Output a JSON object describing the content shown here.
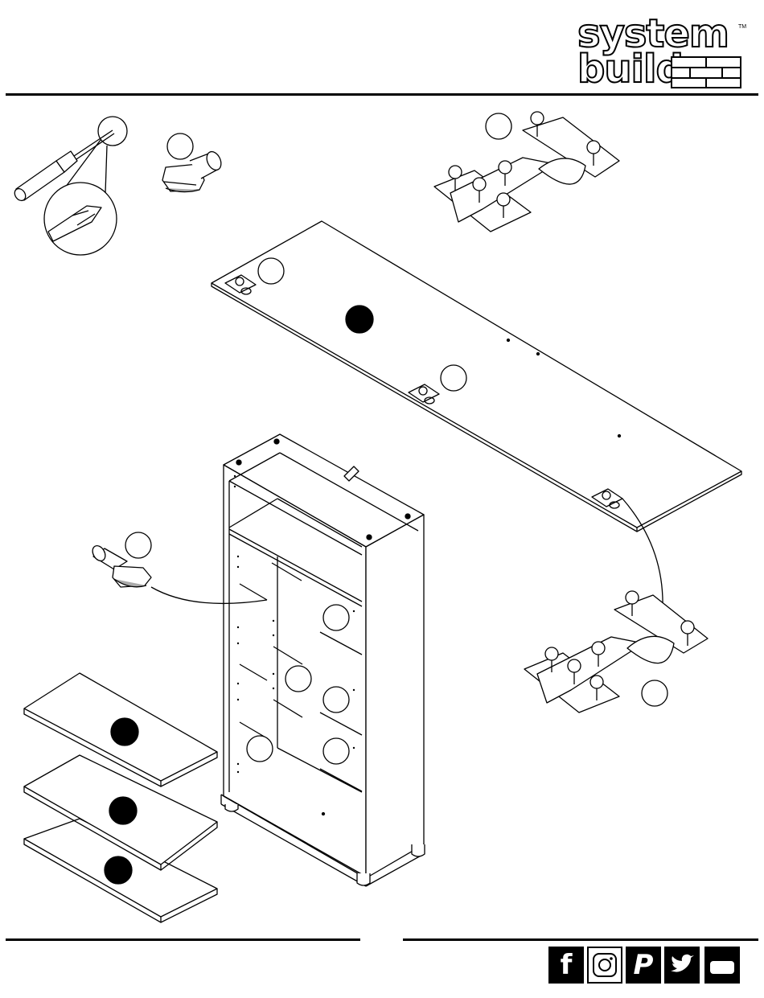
{
  "brand": {
    "line1": "system",
    "line2": "build",
    "trademark": "TM"
  },
  "icons": {
    "screwdriver": "screwdriver-icon",
    "shelf_pin": "shelf-pin-icon",
    "hinge": "hinge-icon",
    "social": [
      "facebook-icon",
      "instagram-icon",
      "pinterest-icon",
      "twitter-icon",
      "youtube-icon"
    ]
  },
  "social_glyphs": {
    "facebook": "f",
    "pinterest": "P"
  },
  "colors": {
    "ink": "#000000",
    "paper": "#ffffff"
  }
}
